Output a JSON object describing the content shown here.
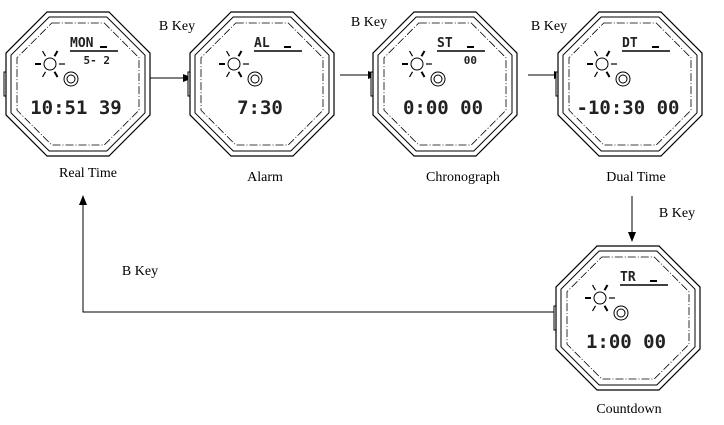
{
  "diagram_title": "",
  "modes": [
    {
      "id": "real-time",
      "label": "Real Time",
      "top": "MON",
      "sub": "5- 2",
      "main": "10:51 39"
    },
    {
      "id": "alarm",
      "label": "Alarm",
      "top": "AL",
      "sub": "",
      "main": "7:30"
    },
    {
      "id": "chronograph",
      "label": "Chronograph",
      "top": "ST",
      "sub": "00",
      "main": "0:00 00"
    },
    {
      "id": "dual-time",
      "label": "Dual Time",
      "top": "DT",
      "sub": "",
      "main": "-10:30 00"
    },
    {
      "id": "countdown",
      "label": "Countdown",
      "top": "TR",
      "sub": "",
      "main": "1:00 00"
    }
  ],
  "transitions": [
    {
      "from": "real-time",
      "to": "alarm",
      "label": "B Key"
    },
    {
      "from": "alarm",
      "to": "chronograph",
      "label": "B Key"
    },
    {
      "from": "chronograph",
      "to": "dual-time",
      "label": "B Key"
    },
    {
      "from": "dual-time",
      "to": "countdown",
      "label": "B Key"
    },
    {
      "from": "countdown",
      "to": "real-time",
      "label": "B Key"
    }
  ]
}
